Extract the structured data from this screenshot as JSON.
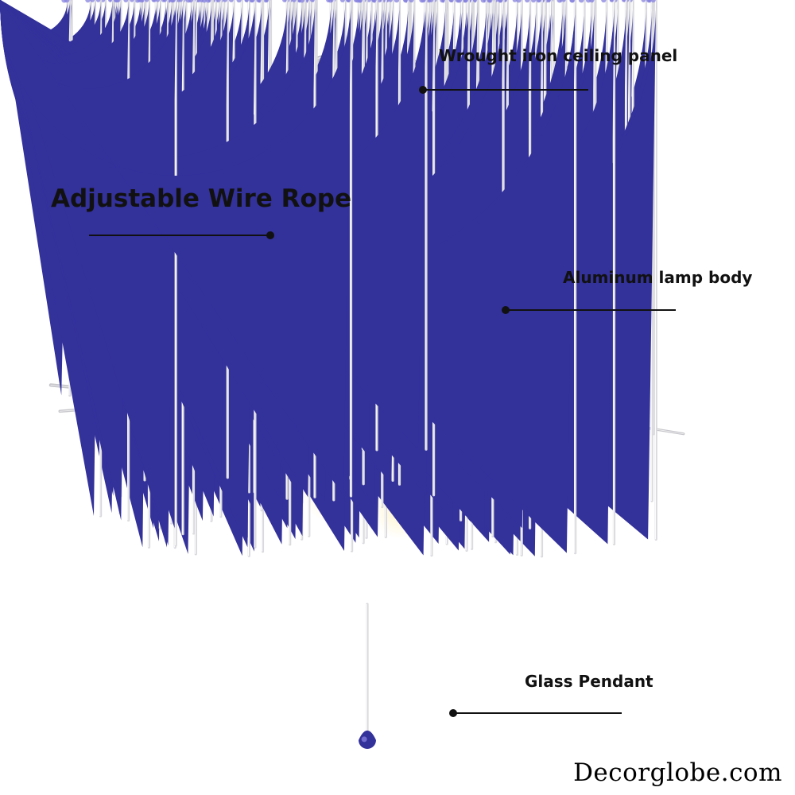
{
  "diagram": {
    "callouts": [
      {
        "id": "ceiling",
        "label": "Wrought iron ceiling panel"
      },
      {
        "id": "wire",
        "label": "Adjustable Wire Rope"
      },
      {
        "id": "body",
        "label": "Aluminum lamp body"
      },
      {
        "id": "glass",
        "label": "Glass Pendant"
      }
    ]
  },
  "brand": {
    "watermark": "Decorglobe.com"
  },
  "colors": {
    "pendant": "#33319a",
    "pendant_highlight": "#8582df",
    "branch": "#c7c7cc",
    "branch_highlight": "#eeeeef",
    "rod": "#d9d9de",
    "plate": "#d4d4d8",
    "leader": "#111111",
    "glow": "#fff6d8"
  }
}
